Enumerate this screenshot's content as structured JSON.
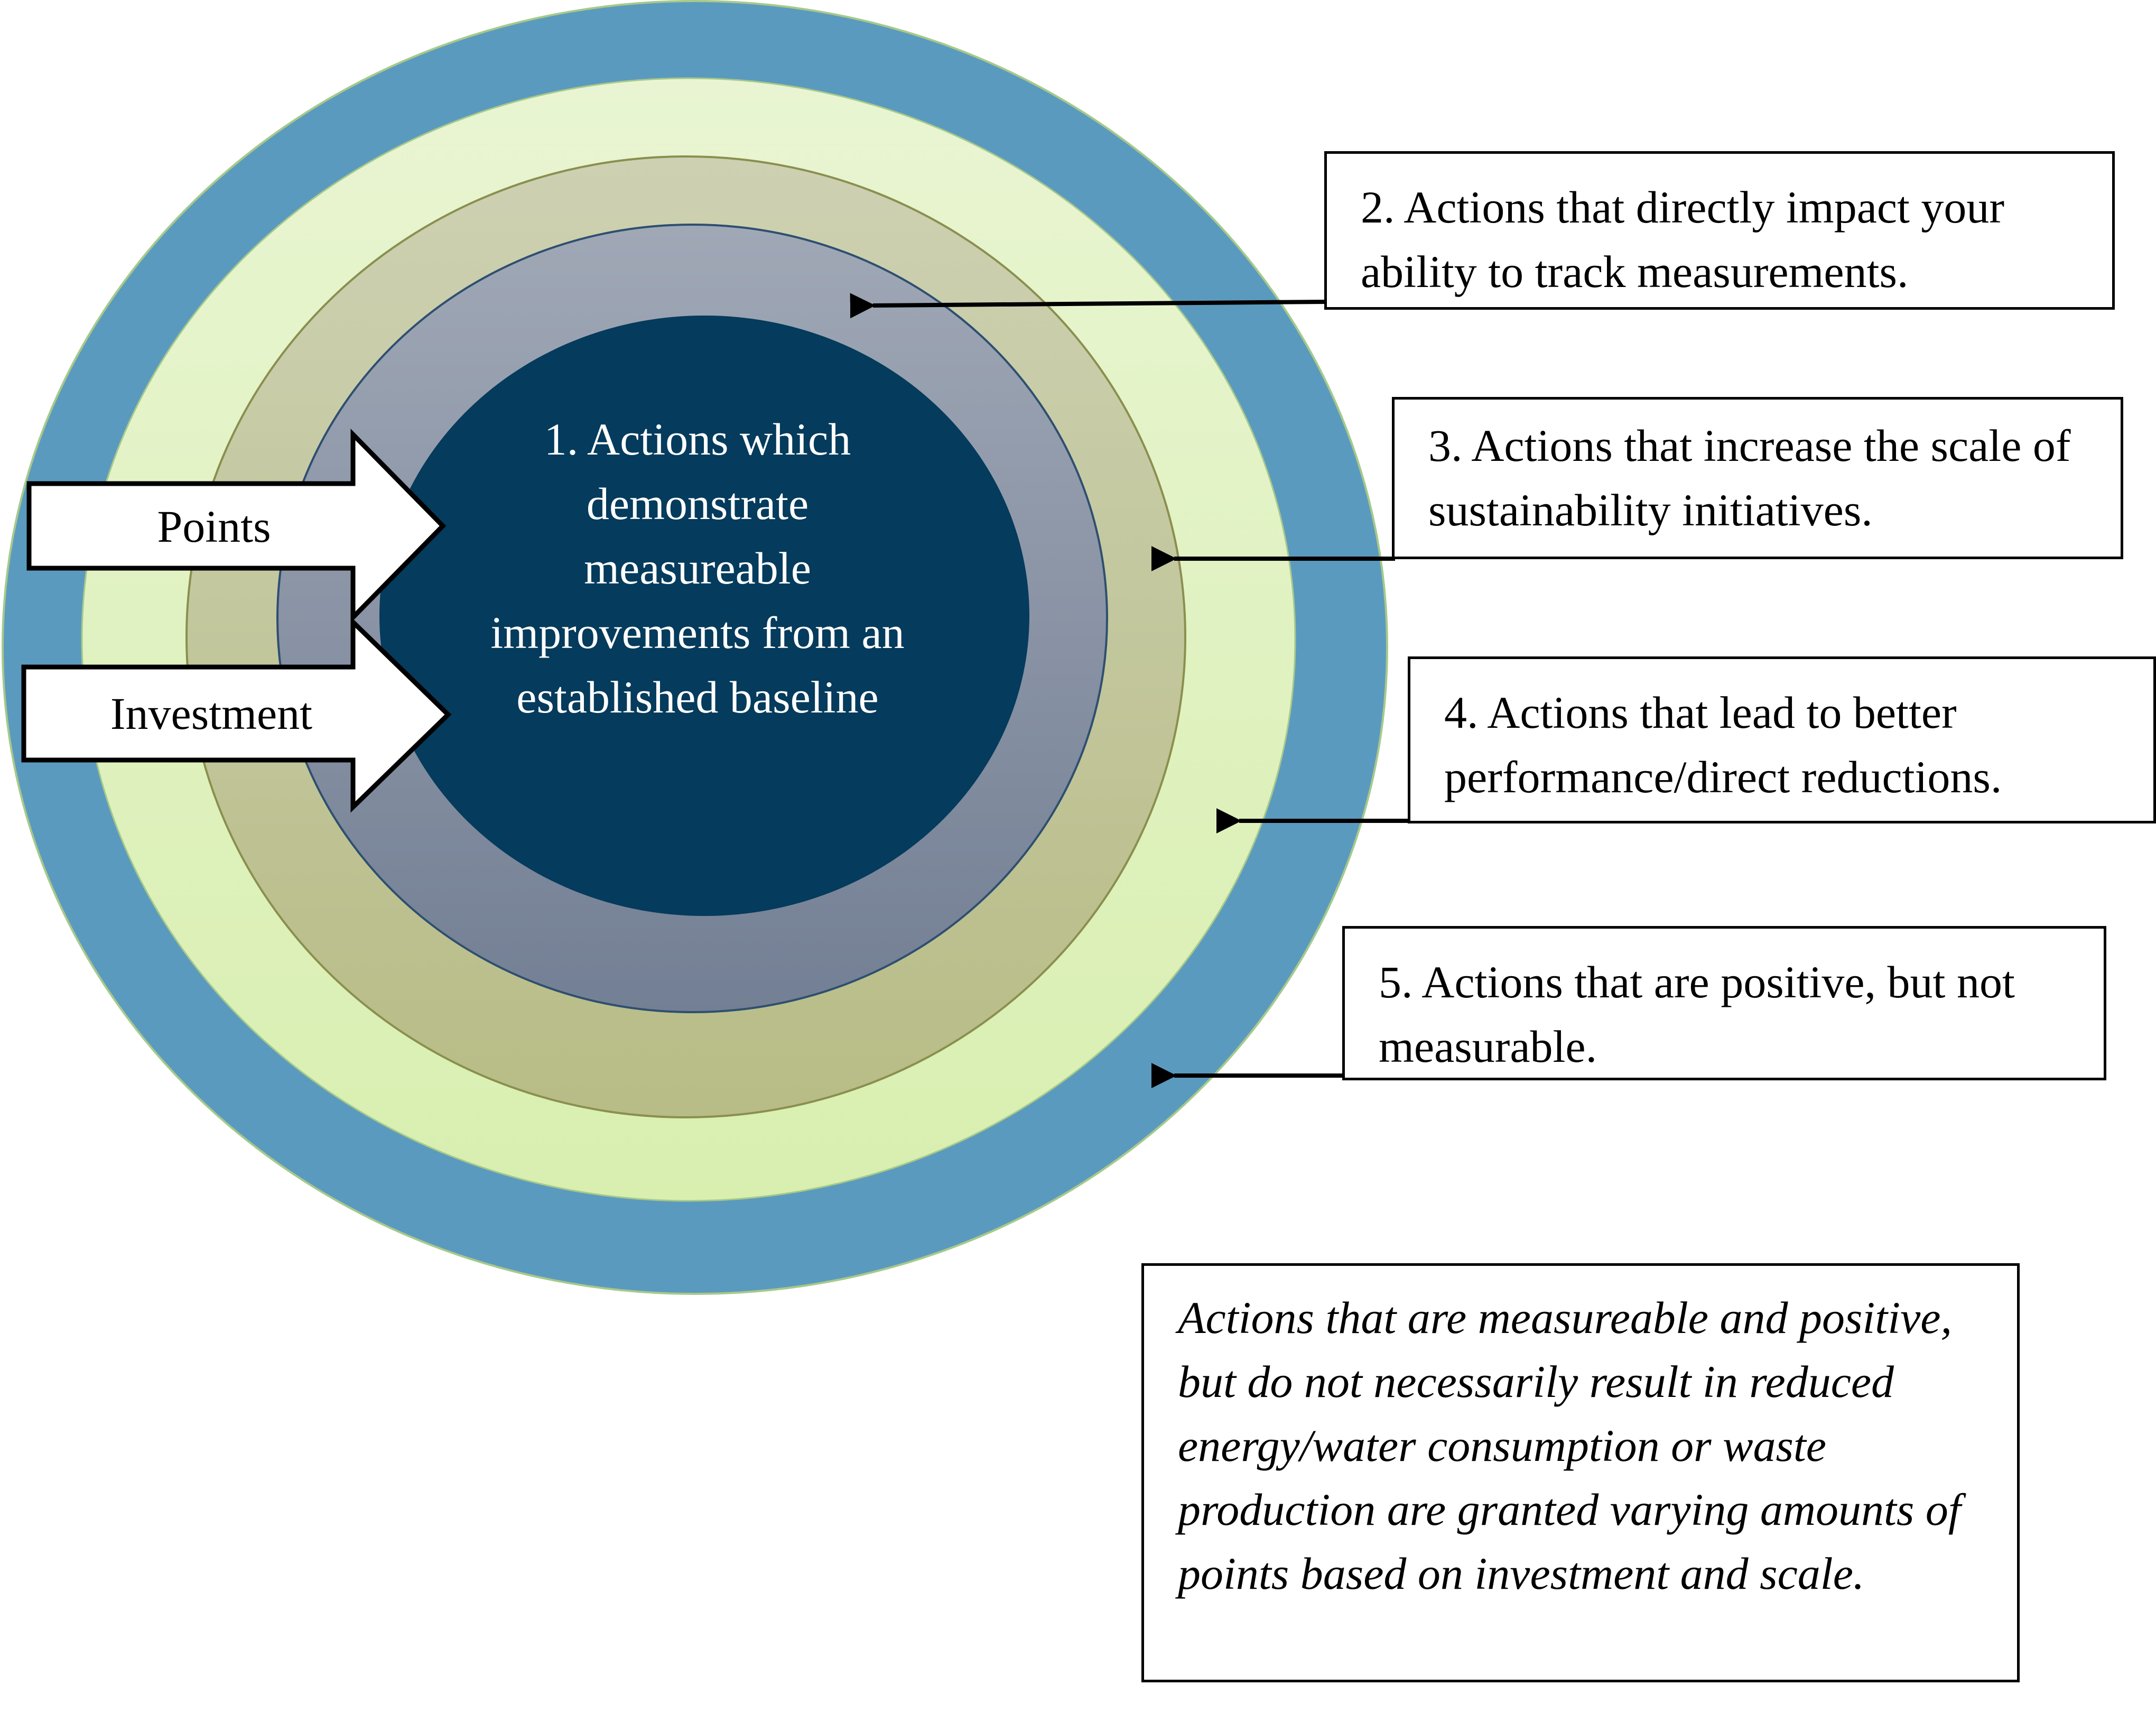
{
  "rings": {
    "core": "1. Actions which demonstrate measureable improvements from an established baseline",
    "colors": {
      "outer": "#5b9abf",
      "light_green": "#deefbd",
      "olive": "#c4c6a0",
      "slate": "#8a93a4",
      "core": "#053b5c"
    }
  },
  "arrows": {
    "points": "Points",
    "investment": "Investment"
  },
  "boxes": {
    "b2": "2. Actions that directly impact your ability to track measurements.",
    "b3": "3. Actions that increase the scale of sustainability initiatives.",
    "b4": "4. Actions that lead to better performance/direct reductions.",
    "b5": "5. Actions that are positive, but not measurable.",
    "note": "Actions that are measureable and positive, but do not necessarily result in reduced energy/water consumption or waste production are granted varying amounts of points based on investment and scale."
  }
}
